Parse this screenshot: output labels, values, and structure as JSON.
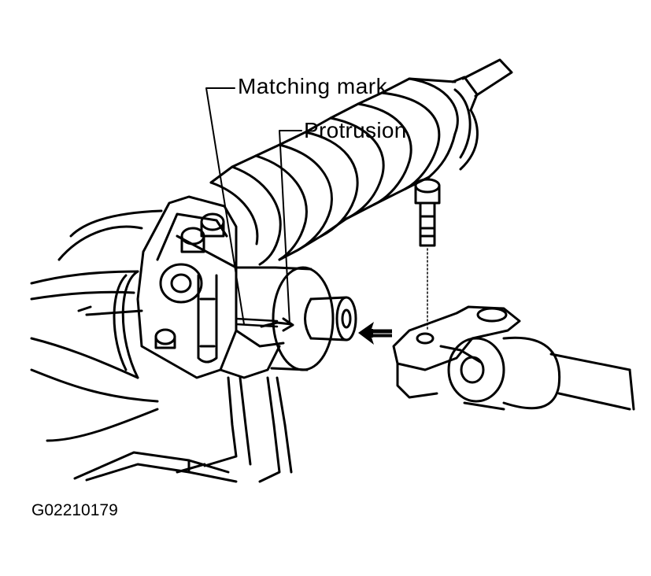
{
  "callouts": {
    "matching_mark": "Matching  mark",
    "protrusion": "Protrusion"
  },
  "figure_id": "G02210179",
  "colors": {
    "ink": "#000000",
    "paper": "#ffffff"
  },
  "icons": {
    "arrow": "install-direction-arrow-icon"
  }
}
